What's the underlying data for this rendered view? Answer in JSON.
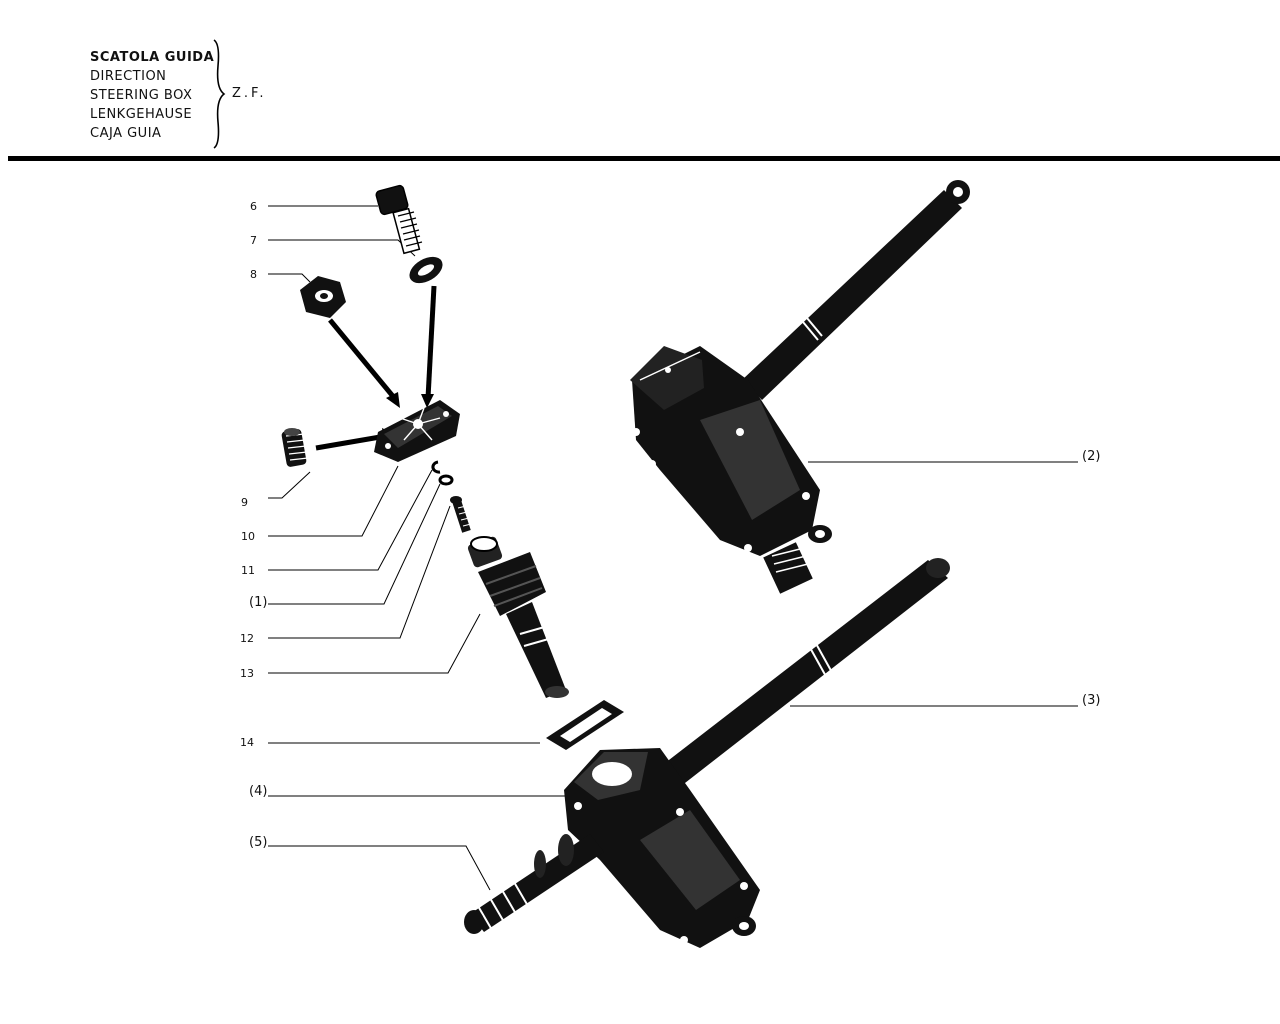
{
  "header": {
    "titles": [
      "SCATOLA GUIDA",
      "DIRECTION",
      "STEERING BOX",
      "LENKGEHAUSE",
      "CAJA GUIA"
    ],
    "maker": "Z.F."
  },
  "callouts": {
    "c6": "6",
    "c7": "7",
    "c8": "8",
    "c9": "9",
    "c10": "10",
    "c11": "11",
    "c1": "(1)",
    "c12": "12",
    "c13": "13",
    "c14": "14",
    "c4": "(4)",
    "c5": "(5)",
    "c2": "(2)",
    "c3": "(3)"
  },
  "colors": {
    "ink": "#000000",
    "paper": "#ffffff"
  }
}
